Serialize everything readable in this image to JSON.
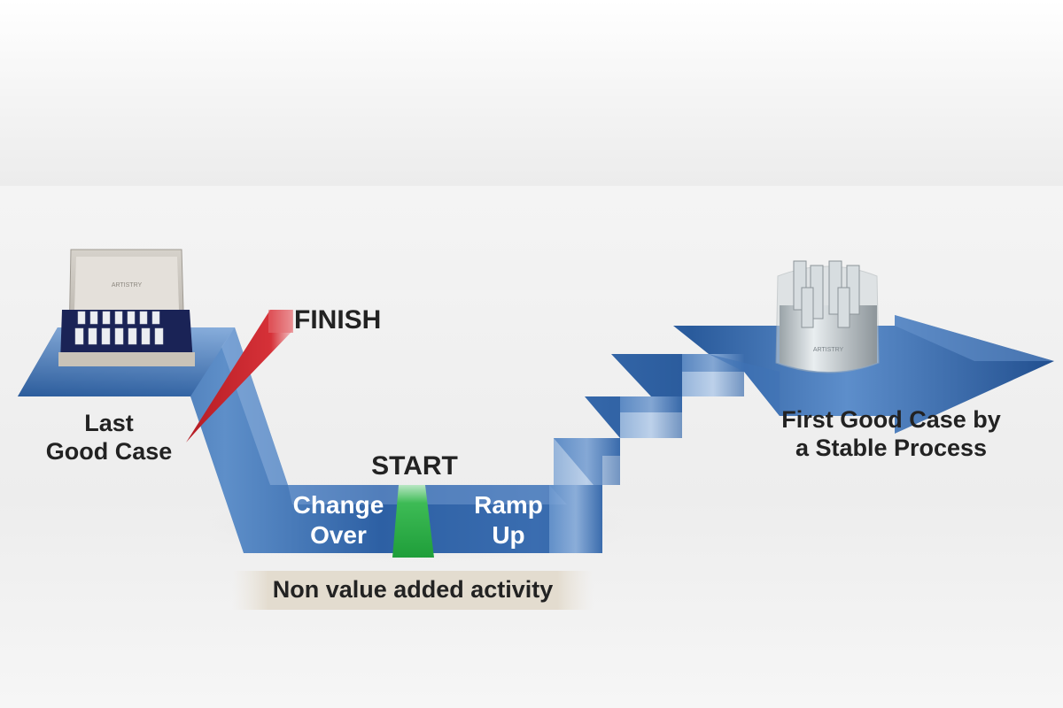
{
  "labels": {
    "finish": "FINISH",
    "start": "START",
    "last_good_case": [
      "Last",
      "Good Case"
    ],
    "change_over": [
      "Change",
      "Over"
    ],
    "ramp_up": [
      "Ramp",
      "Up"
    ],
    "first_good_case": [
      "First Good Case by",
      "a Stable Process"
    ],
    "non_value_added": "Non value added activity",
    "box_brand": "ARTISTRY",
    "jar_brand": "ARTISTRY"
  },
  "colors": {
    "ribbon_dark": "#1f4f8e",
    "ribbon_mid": "#3f76b8",
    "ribbon_light": "#a9c6e6",
    "finish_line": "#c8242b",
    "start_block": "#2bb24a",
    "label_text": "#222222"
  }
}
